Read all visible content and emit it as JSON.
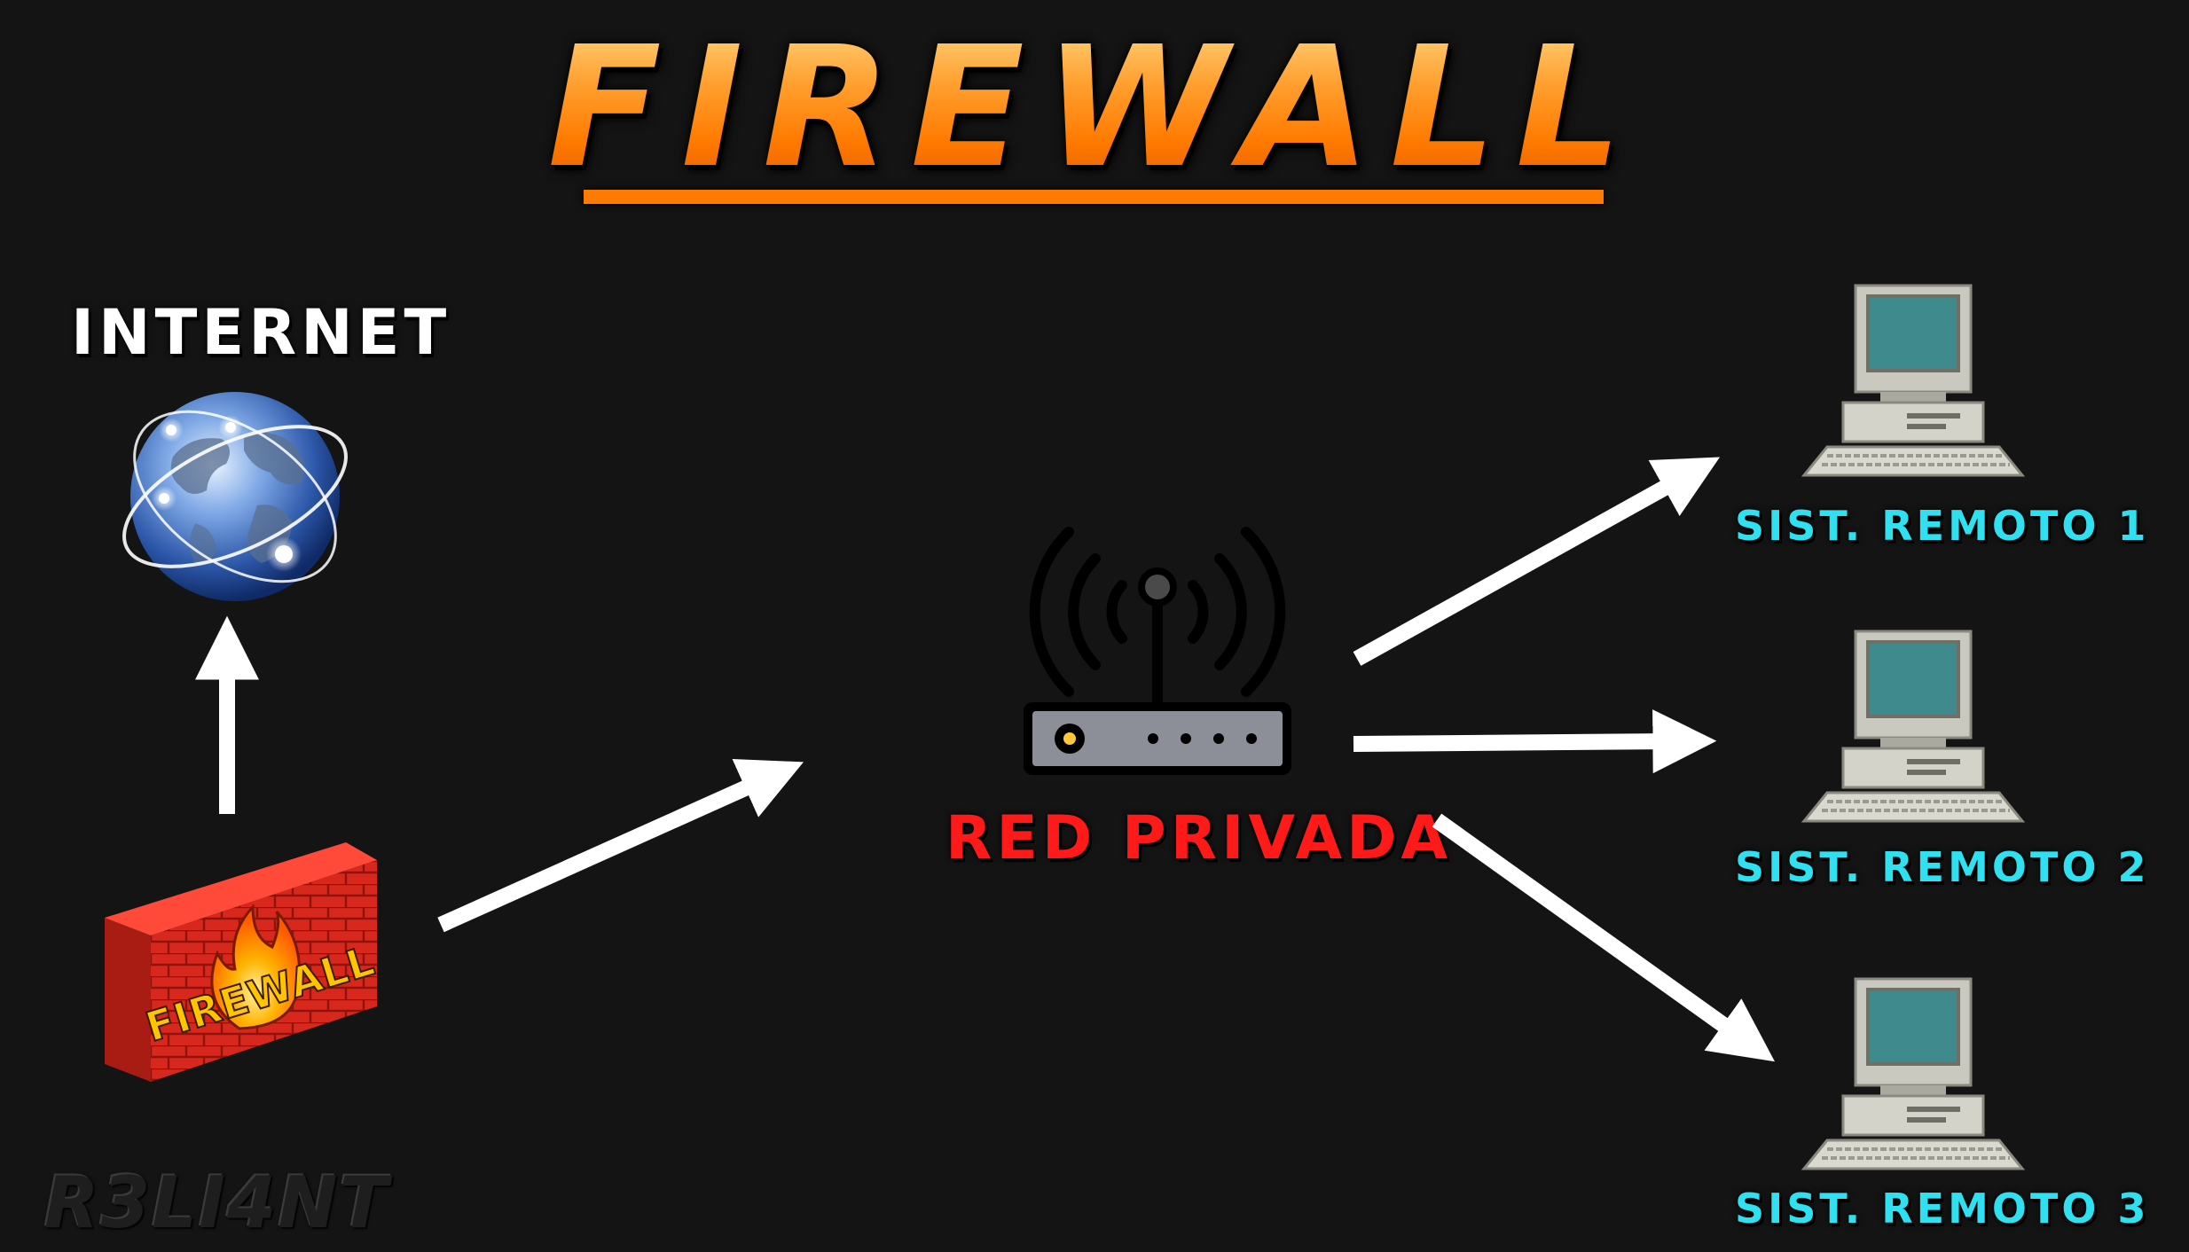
{
  "title": "FIREWALL",
  "nodes": {
    "internet": {
      "label": "INTERNET"
    },
    "firewall": {
      "label": "FIREWALL"
    },
    "router": {
      "label": "RED PRIVADA"
    },
    "systems": [
      {
        "label": "SIST. REMOTO 1"
      },
      {
        "label": "SIST. REMOTO 2"
      },
      {
        "label": "SIST. REMOTO 3"
      }
    ]
  },
  "watermark": "R3LI4NT",
  "colors": {
    "background": "#141414",
    "title": "#ff8c1a",
    "internet_label": "#ffffff",
    "router_label": "#ff1a1a",
    "system_label": "#2ee0f0",
    "arrow": "#ffffff"
  },
  "icons": {
    "internet": "globe-icon",
    "firewall": "brick-wall-fire-icon",
    "router": "wifi-router-icon",
    "system": "desktop-computer-icon"
  }
}
